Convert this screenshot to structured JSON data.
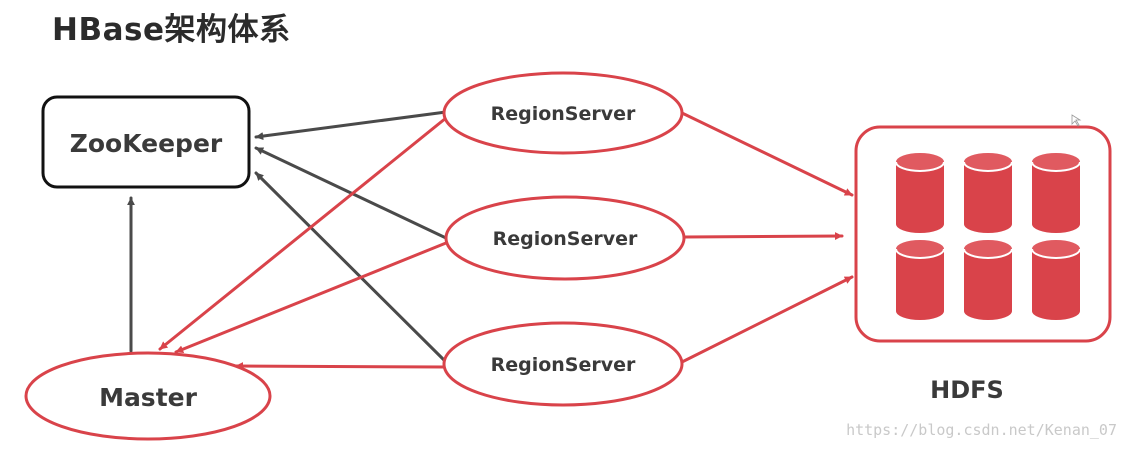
{
  "title": "HBase架构体系",
  "nodes": {
    "zookeeper": "ZooKeeper",
    "master": "Master",
    "regionservers": [
      "RegionServer",
      "RegionServer",
      "RegionServer"
    ],
    "hdfs": "HDFS"
  },
  "watermark": "https://blog.csdn.net/Kenan_07",
  "colors": {
    "accent_red": "#d9434a",
    "line_gray": "#4a4a4a",
    "text": "#3a3a3a"
  }
}
